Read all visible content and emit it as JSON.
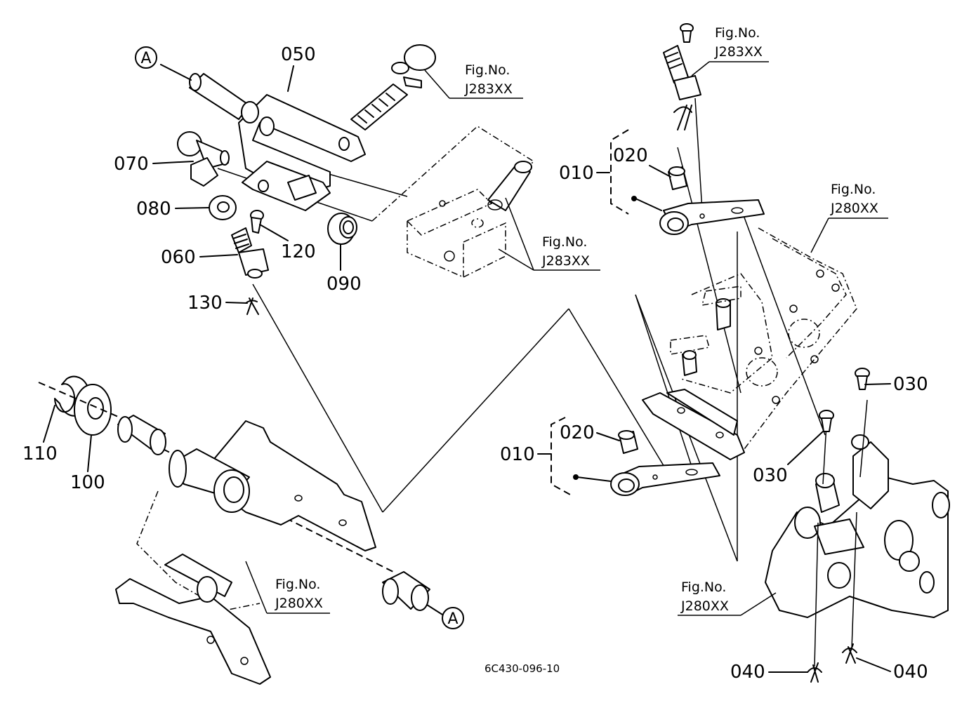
{
  "drawing_code": "6C430-096-10",
  "callout_marker": "A",
  "fig_label": "Fig.No.",
  "fig_refs": {
    "top_center": "J283XX",
    "block_right": "J283XX",
    "top_right": "J283XX",
    "plate_right": "J280XX",
    "lower_left": "J280XX",
    "lower_right": "J280XX"
  },
  "parts": {
    "p010a": "010",
    "p010b": "010",
    "p020a": "020",
    "p020b": "020",
    "p030a": "030",
    "p030b": "030",
    "p040a": "040",
    "p040b": "040",
    "p050": "050",
    "p060": "060",
    "p070": "070",
    "p080": "080",
    "p090": "090",
    "p100": "100",
    "p110": "110",
    "p120": "120",
    "p130": "130"
  }
}
